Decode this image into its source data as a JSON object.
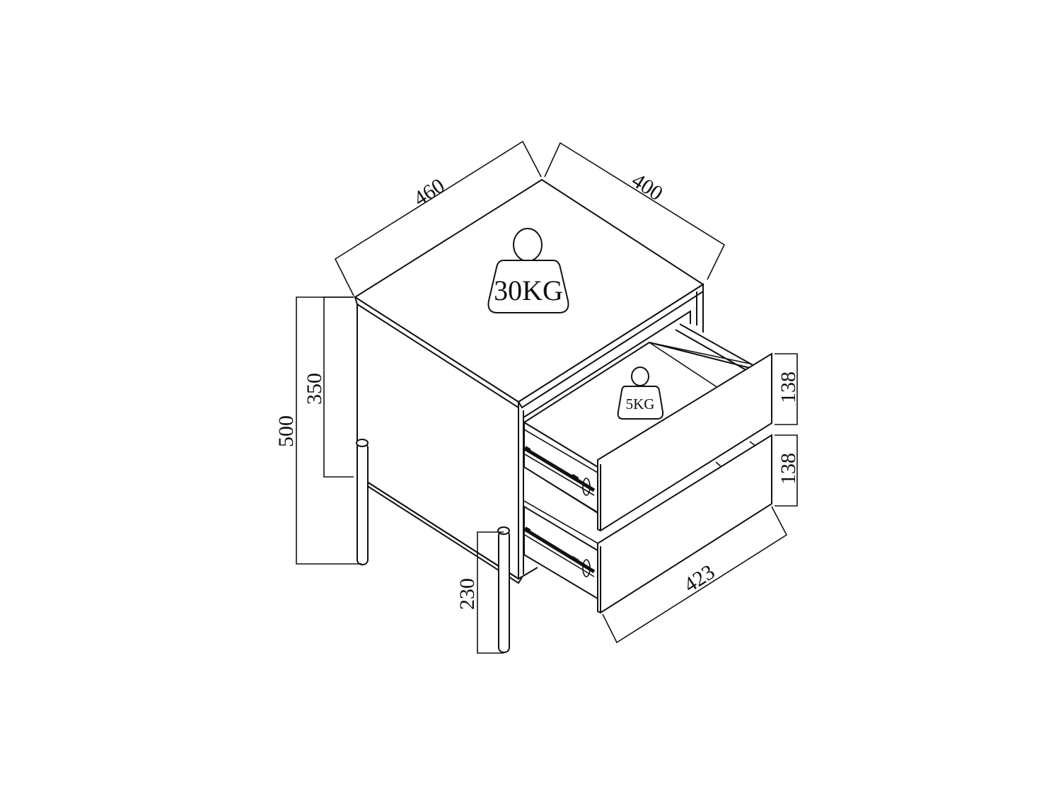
{
  "drawing": {
    "subject": "Two-drawer nightstand with metal legs",
    "units": "mm",
    "dimensions": {
      "width": "460",
      "depth": "400",
      "total_height": "500",
      "body_height": "350",
      "leg_height": "230",
      "drawer_front_height_top": "138",
      "drawer_front_height_bottom": "138",
      "drawer_front_width": "423"
    },
    "load_ratings": {
      "top": "30KG",
      "drawer": "5KG"
    },
    "colors": {
      "line": "#111111",
      "background": "#ffffff"
    }
  }
}
